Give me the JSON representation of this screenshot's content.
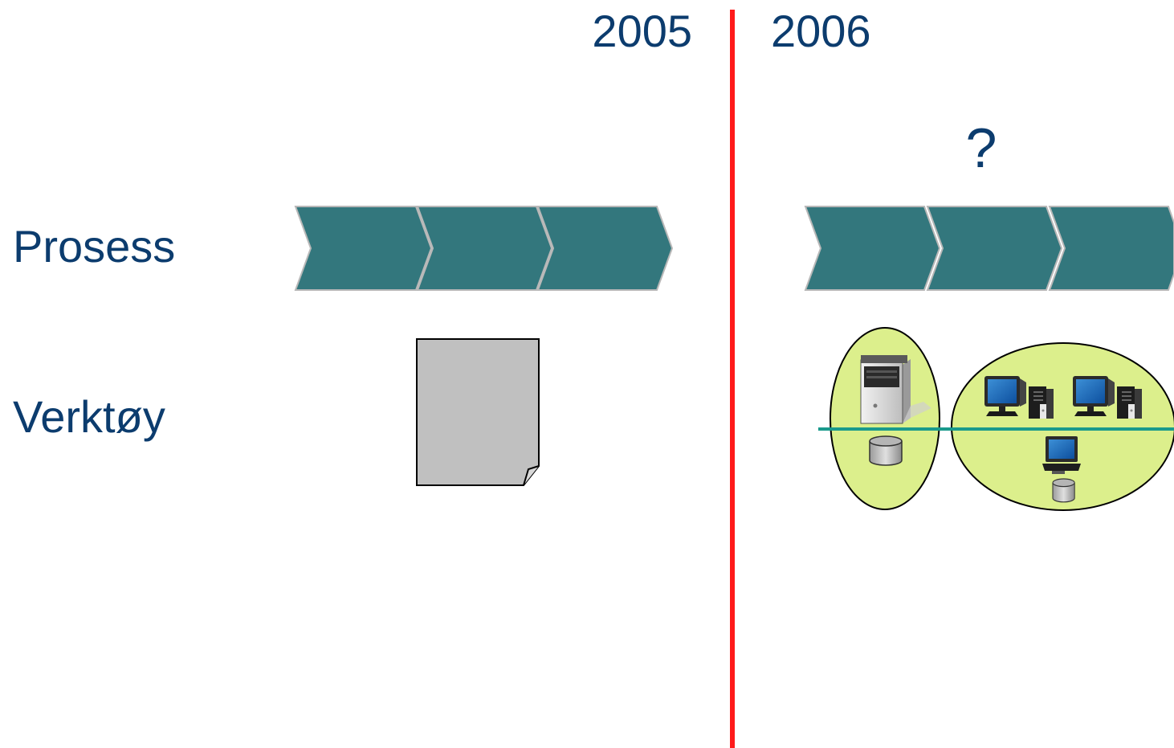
{
  "timeline": {
    "year_before": "2005",
    "year_after": "2006",
    "future_marker": "?"
  },
  "rows": {
    "process_label": "Prosess",
    "tools_label": "Verktøy"
  },
  "colors": {
    "text": "#0c3c6e",
    "divider": "#ff1a1a",
    "chevron": "#33777d",
    "chevron_border": "#b8b8b8",
    "document": "#c0c0c0",
    "network_zone": "#dcef8c",
    "network_line": "#1a9a8c"
  },
  "icons": {
    "before_tool": "document-icon",
    "after_tools": [
      "server-icon",
      "database-icon",
      "workstation-icon",
      "laptop-icon"
    ]
  }
}
